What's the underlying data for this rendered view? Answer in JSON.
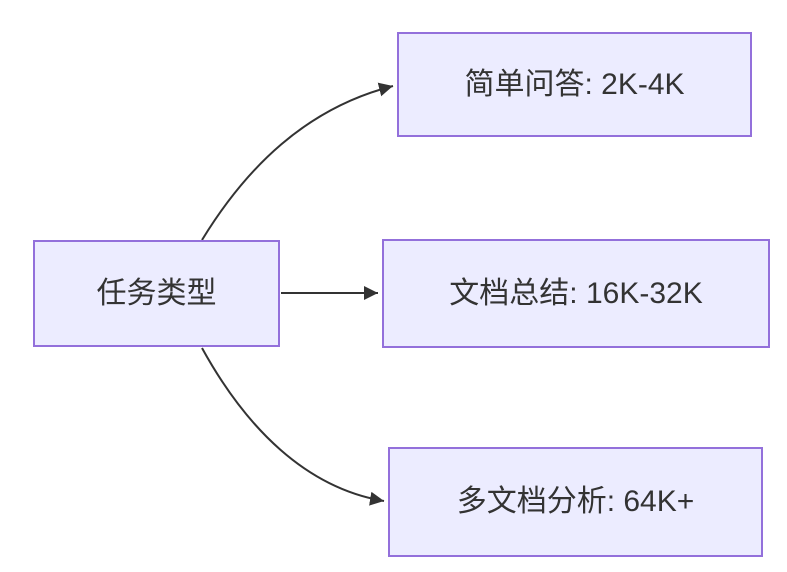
{
  "diagram": {
    "root": {
      "label": "任务类型"
    },
    "branches": [
      {
        "label": "简单问答: 2K-4K"
      },
      {
        "label": "文档总结: 16K-32K"
      },
      {
        "label": "多文档分析: 64K+"
      }
    ],
    "colors": {
      "background": "#ffffff",
      "node_fill": "#ececff",
      "node_border": "#9370db",
      "text": "#333333",
      "edge": "#333333"
    }
  }
}
